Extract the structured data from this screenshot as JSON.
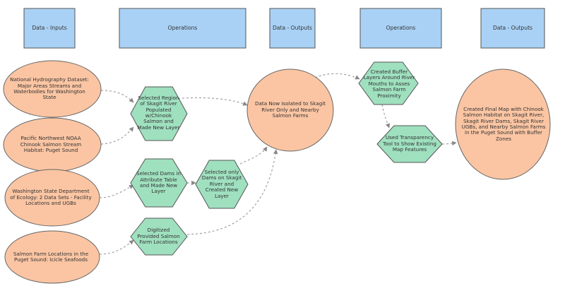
{
  "colors": {
    "header_fill": "#a9d1f5",
    "header_stroke": "#555555",
    "input_fill": "#fbc5a3",
    "input_stroke": "#666666",
    "op_fill": "#9fe0bf",
    "op_stroke": "#555555",
    "arrow": "#999999"
  },
  "headers": [
    {
      "id": "h1",
      "label": "Data - Inputs"
    },
    {
      "id": "h2",
      "label": "Operations"
    },
    {
      "id": "h3",
      "label": "Data - Outputs"
    },
    {
      "id": "h4",
      "label": "Operations"
    },
    {
      "id": "h5",
      "label": "Data - Outputs"
    }
  ],
  "inputs": [
    {
      "id": "in1",
      "label": "National Hydrography Dataset: Major Areas Streams and Waterbodies for Washington State"
    },
    {
      "id": "in2",
      "label": "Pacific Northwest NOAA Chinook Salmon Stream Habitat: Puget Sound"
    },
    {
      "id": "in3",
      "label": "Washington State Department of Ecology: 2 Data Sets - Facility Locations and UGBs"
    },
    {
      "id": "in4",
      "label": "Salmon Farm Locations in the Puget Sound: Icicle Seafoods"
    }
  ],
  "operations": [
    {
      "id": "op1",
      "label": "Selected Region of Skagit River Populated w/Chinook Salmon and Made New Layer"
    },
    {
      "id": "op2",
      "label": "Selected Dams in Attribute Table and Made New Layer"
    },
    {
      "id": "op3",
      "label": "Digitized Provided Salmon Farm Locations"
    },
    {
      "id": "op4",
      "label": "Selected only Dams on Skagit River and Created New Layer"
    },
    {
      "id": "op5",
      "label": "Created Buffer Layers Around River Mouths to Asses Salmon Farm Proximity"
    },
    {
      "id": "op6",
      "label": "Used Transparency Tool to Show Existing Map Features"
    }
  ],
  "outputs": [
    {
      "id": "out1",
      "label": "Data Now Isolated to Skagit River Only and Nearby Salmon Farms"
    },
    {
      "id": "out2",
      "label": "Created Final Map with Chinook Salmon Habitat on Skagit River, Skagit River Dams, Skagit River UGBs, and Nearby Salmon Farms in the Puget Sound with Buffer Zones"
    }
  ],
  "connections": [
    {
      "from": "in1",
      "to": "op1"
    },
    {
      "from": "in2",
      "to": "op1"
    },
    {
      "from": "in3",
      "to": "op2"
    },
    {
      "from": "in4",
      "to": "op3"
    },
    {
      "from": "op2",
      "to": "op4"
    },
    {
      "from": "op1",
      "to": "out1"
    },
    {
      "from": "op4",
      "to": "out1"
    },
    {
      "from": "op3",
      "to": "out1"
    },
    {
      "from": "out1",
      "to": "op5"
    },
    {
      "from": "op5",
      "to": "op6"
    },
    {
      "from": "op6",
      "to": "out2"
    }
  ]
}
